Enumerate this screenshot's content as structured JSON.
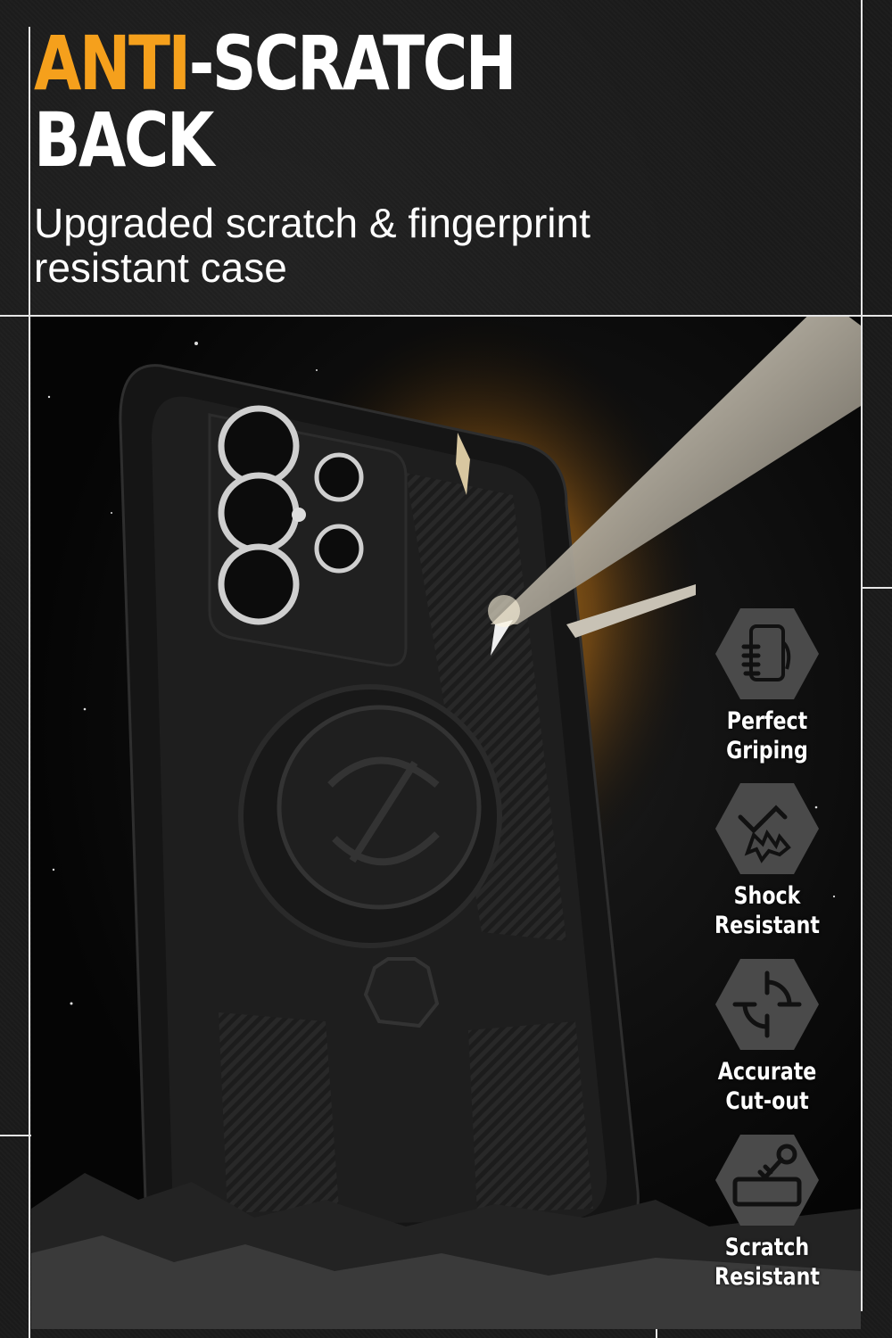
{
  "headline": {
    "accent": "ANTI",
    "rest_line1": "-SCRATCH",
    "line2": "BACK"
  },
  "subheadline": {
    "line1": "Upgraded scratch & fingerprint",
    "line2": "resistant case"
  },
  "colors": {
    "accent": "#f5a01c",
    "text": "#ffffff",
    "background": "#1a1a1a",
    "hex_fill": "#4a4a4a",
    "glow": "#f2a020"
  },
  "features": [
    {
      "icon": "hand-grip-icon",
      "line1": "Perfect",
      "line2": "Griping"
    },
    {
      "icon": "shock-icon",
      "line1": "Shock",
      "line2": "Resistant"
    },
    {
      "icon": "crosshair-icon",
      "line1": "Accurate",
      "line2": "Cut-out"
    },
    {
      "icon": "scratch-key-icon",
      "line1": "Scratch",
      "line2": "Resistant"
    }
  ]
}
